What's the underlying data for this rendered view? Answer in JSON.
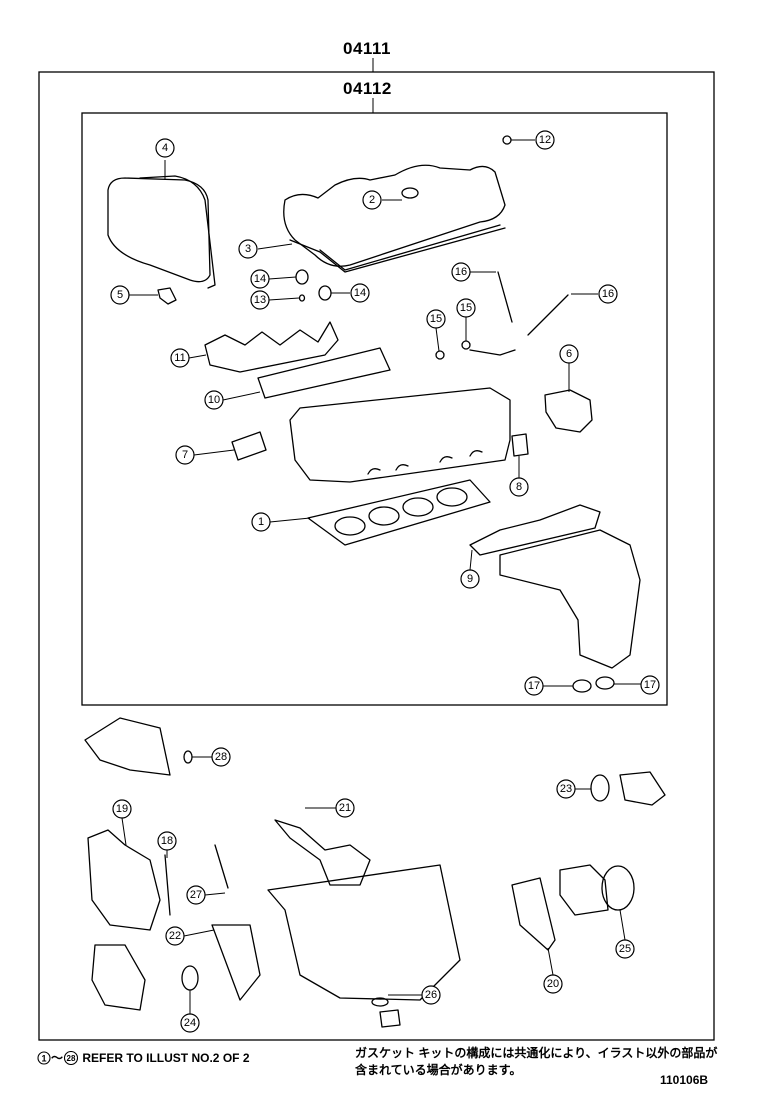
{
  "kit_codes": {
    "outer": "04111",
    "inner": "04112"
  },
  "callouts": [
    "1",
    "2",
    "3",
    "4",
    "5",
    "6",
    "7",
    "8",
    "9",
    "10",
    "11",
    "12",
    "13",
    "14",
    "14",
    "15",
    "15",
    "16",
    "16",
    "17",
    "17",
    "18",
    "19",
    "20",
    "21",
    "22",
    "23",
    "24",
    "25",
    "26",
    "27",
    "28"
  ],
  "footer": {
    "range_start": "1",
    "range_tilde": "～",
    "range_end": "28",
    "refer_text": "REFER TO ILLUST NO.2 OF 2",
    "jp_note": "ガスケット キットの構成には共通化により、イラスト以外の部品が含まれている場合があります。",
    "illustration_code": "110106B"
  }
}
